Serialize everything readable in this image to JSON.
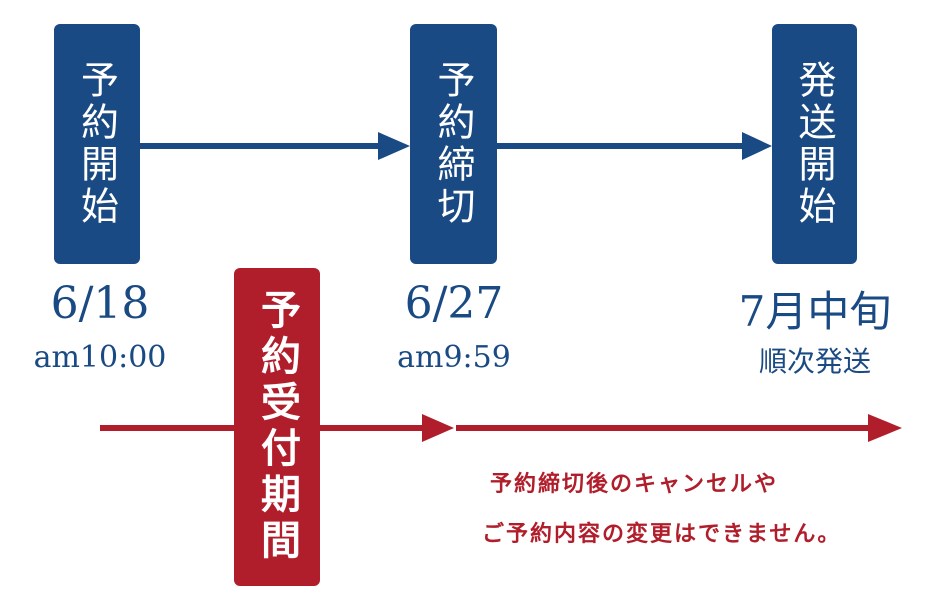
{
  "steps": [
    {
      "label": "予約開始",
      "date": "6/18",
      "time": "am10:00"
    },
    {
      "label": "予約締切",
      "date": "6/27",
      "time": "am9:59"
    },
    {
      "label": "発送開始",
      "date": "7月中旬",
      "time": "順次発送"
    }
  ],
  "period": {
    "label": "予約受付期間"
  },
  "notice": {
    "line1": "予約締切後のキャンセルや",
    "line2": "ご予約内容の変更はできません。"
  },
  "colors": {
    "blue": "#1a4a83",
    "red": "#b11e2b"
  }
}
